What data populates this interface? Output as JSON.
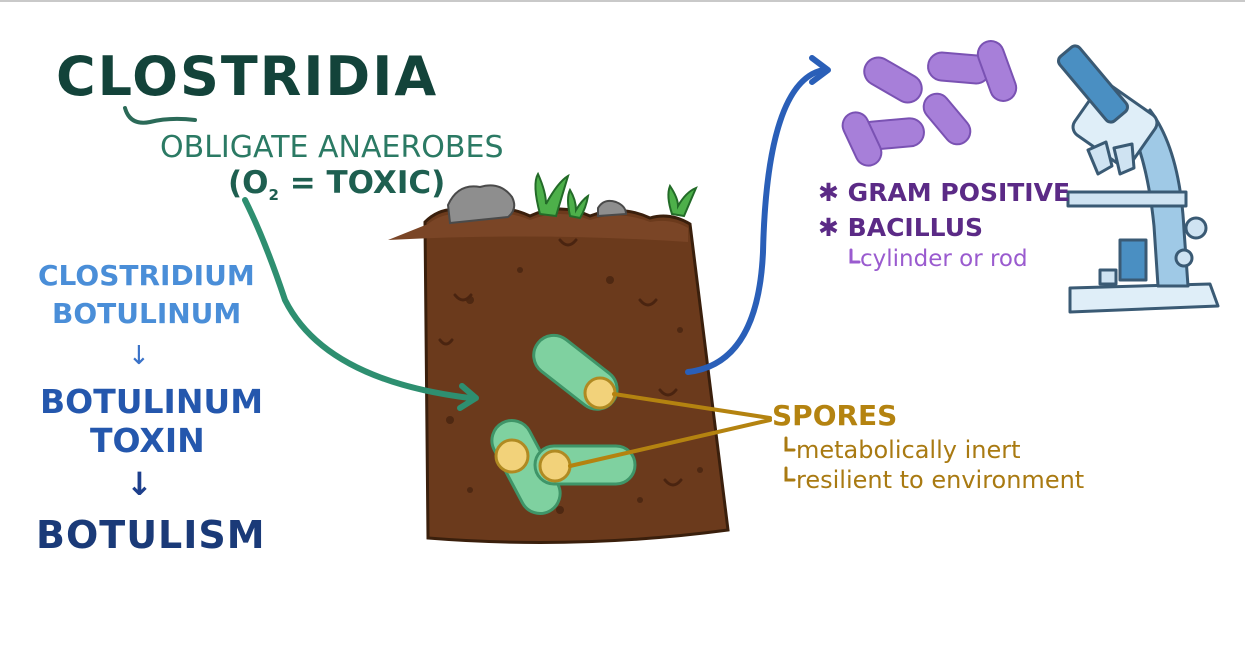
{
  "title": "CLOSTRIDIA",
  "subtitle_line1": "OBLIGATE ANAEROBES",
  "subtitle_line2_pre": "(O",
  "subtitle_line2_sub": "2",
  "subtitle_line2_post": " = TOXIC)",
  "left_chain": {
    "organism_line1": "CLOSTRIDIUM",
    "organism_line2": "BOTULINUM",
    "arrow1": "↓",
    "toxin_line1": "BOTULINUM",
    "toxin_line2": "TOXIN",
    "arrow2": "↓",
    "disease": "BOTULISM"
  },
  "properties": {
    "bullet": "✱",
    "gram": "GRAM POSITIVE",
    "shape": "BACILLUS",
    "shape_detail": "cylinder or rod"
  },
  "spores": {
    "label": "SPORES",
    "detail1": "metabolically inert",
    "detail2": "resilient to environment"
  },
  "colors": {
    "soil": "#6b3a1c",
    "bacteria": "#7fd1a0",
    "spore": "#f2d27a",
    "rods": "#a77fd9",
    "microscope": "#9fc9e6"
  },
  "icons": [
    "soil-block-icon",
    "grass-icon",
    "rock-icon",
    "bacterium-icon",
    "spore-icon",
    "rod-bacteria-icon",
    "microscope-icon"
  ]
}
